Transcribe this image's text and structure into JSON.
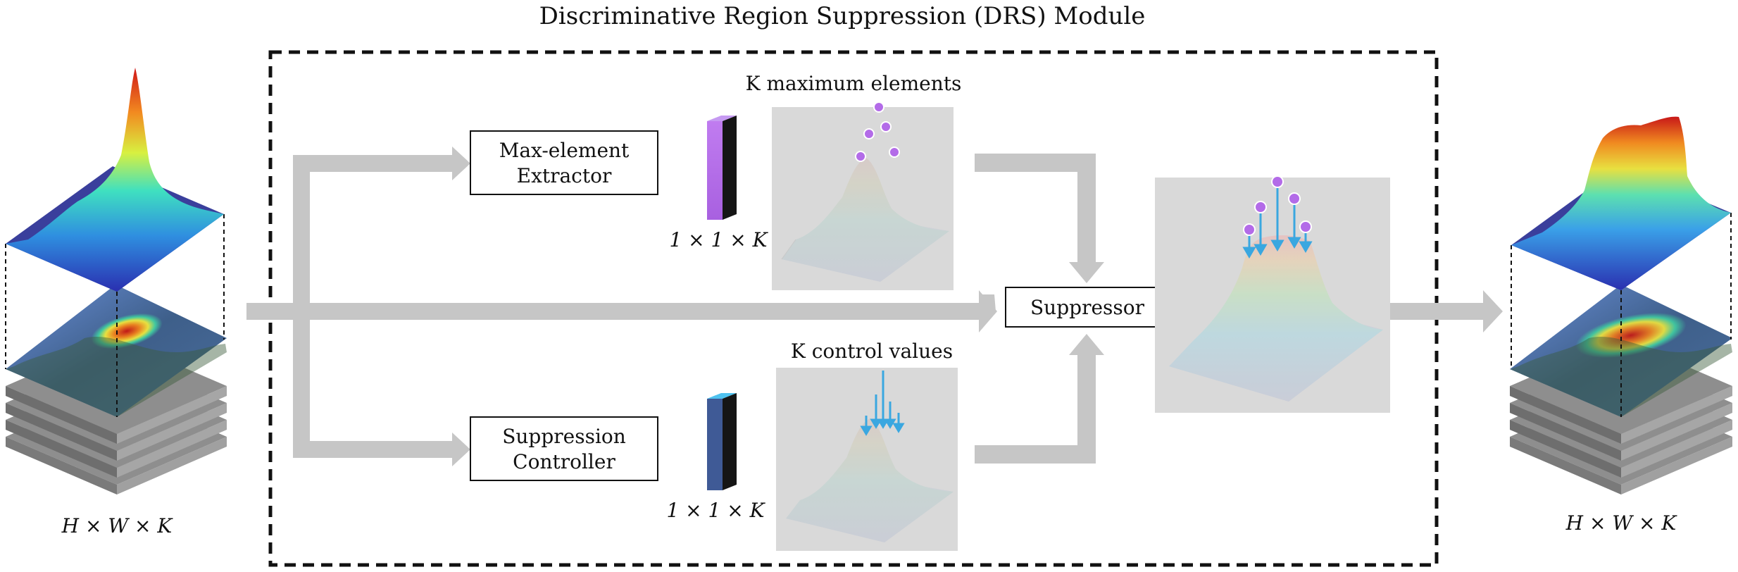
{
  "title": "Discriminative Region Suppression (DRS) Module",
  "blocks": {
    "max_extractor": [
      "Max-element",
      "Extractor"
    ],
    "suppression_controller": [
      "Suppression",
      "Controller"
    ],
    "suppressor": "Suppressor"
  },
  "labels": {
    "k_max": "K maximum elements",
    "k_control": "K control values",
    "vec_top": "1 × 1 × K",
    "vec_bottom": "1 × 1 × K",
    "input_dims": "H × W × K",
    "output_dims": "H × W × K"
  },
  "colors": {
    "arrow": "#c6c6c6",
    "panel": "#d9d9d9",
    "purple": "#b36be8",
    "blue_vec": "#3f5a96",
    "cyan_arrow": "#3aa7e0",
    "dash": "#111111"
  },
  "icons": [
    "input-feature-map-stack-icon",
    "output-feature-map-stack-icon",
    "surface-plot-icon",
    "purple-dot-icon",
    "down-arrow-icon"
  ]
}
